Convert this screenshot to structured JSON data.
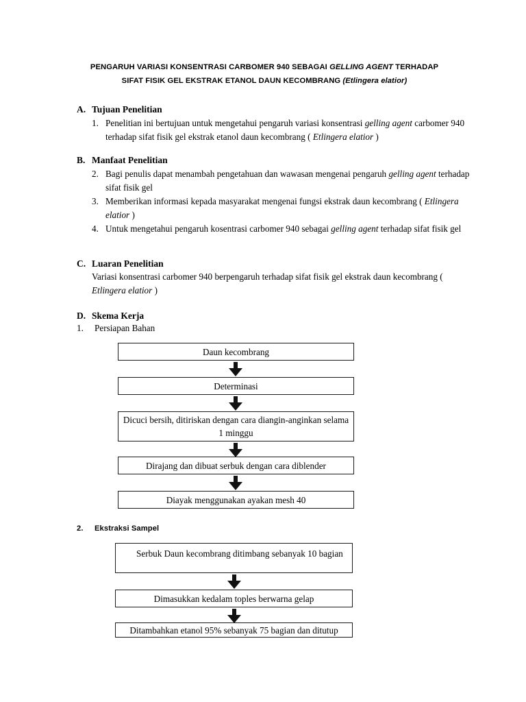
{
  "document": {
    "title_line1_pre": "PENGARUH VARIASI KONSENTRASI CARBOMER 940 SEBAGAI ",
    "title_line1_italic": "GELLING AGENT",
    "title_line1_post": " TERHADAP",
    "title_line2_pre": "SIFAT FISIK GEL EKSTRAK ETANOL DAUN KECOMBRANG ",
    "title_line2_italic": "(Etlingera elatior)"
  },
  "sections": [
    {
      "letter": "A.",
      "heading": "Tujuan Penelitian",
      "items": [
        {
          "num": "1.",
          "pre": "Penelitian ini bertujuan untuk mengetahui pengaruh variasi konsentrasi ",
          "italic": "gelling agent",
          "mid": " carbomer 940 terhadap sifat fisik gel ekstrak etanol daun kecombrang ( ",
          "italic2": "Etlingera elatior",
          "post": " )"
        }
      ]
    },
    {
      "letter": "B.",
      "heading": "Manfaat Penelitian",
      "items": [
        {
          "num": "2.",
          "pre": "Bagi penulis dapat menambah pengetahuan dan wawasan mengenai pengaruh ",
          "italic": "gelling agent",
          "mid": " terhadap sifat fisik gel",
          "italic2": "",
          "post": ""
        },
        {
          "num": "3.",
          "pre": "Memberikan informasi kepada masyarakat mengenai fungsi ekstrak daun kecombrang  ( ",
          "italic": "",
          "mid": "",
          "italic2": "Etlingera elatior",
          "post": " )"
        },
        {
          "num": "4.",
          "pre": "Untuk mengetahui pengaruh kosentrasi carbomer 940 sebagai ",
          "italic": "gelling agent",
          "mid": " terhadap sifat fisik gel",
          "italic2": "",
          "post": ""
        }
      ]
    },
    {
      "letter": "C.",
      "heading": "Luaran Penelitian",
      "paragraph_pre": "Variasi konsentrasi carbomer 940 berpengaruh terhadap sifat fisik gel ekstrak daun kecombrang ( ",
      "paragraph_italic": "Etlingera elatior",
      "paragraph_post": " )"
    },
    {
      "letter": "D.",
      "heading": "Skema Kerja"
    }
  ],
  "steps": [
    {
      "num": "1.",
      "label": "Persiapan Bahan"
    },
    {
      "num": "2.",
      "label": "Ekstraksi Sampel"
    }
  ],
  "flow1": {
    "boxes": [
      {
        "text": "Daun kecombrang"
      },
      {
        "text": "Determinasi"
      },
      {
        "text": "Dicuci bersih, ditiriskan dengan cara diangin-anginkan selama 1 minggu"
      },
      {
        "text": "Dirajang dan dibuat serbuk dengan cara diblender"
      },
      {
        "text": "Diayak menggunakan ayakan mesh 40"
      }
    ]
  },
  "flow2": {
    "boxes": [
      {
        "text": "Serbuk Daun kecombrang ditimbang sebanyak 10 bagian"
      },
      {
        "text": "Dimasukkan kedalam toples berwarna gelap"
      },
      {
        "text": "Ditambahkan etanol 95% sebanyak 75 bagian dan ditutup"
      }
    ]
  },
  "colors": {
    "page_background": "#ffffff",
    "text": "#000000",
    "box_border": "#1a1a1a",
    "arrow_fill": "#111111"
  }
}
